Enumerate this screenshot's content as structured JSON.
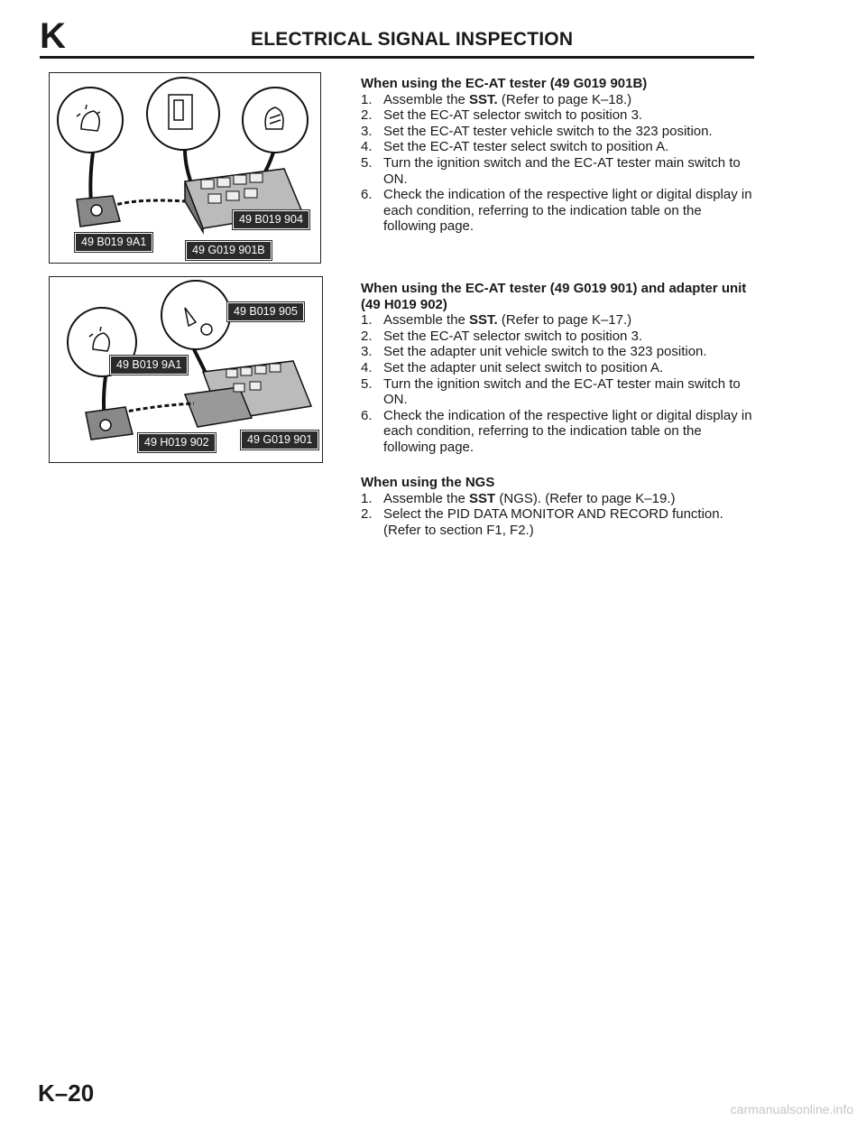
{
  "header": {
    "section_letter": "K",
    "title": "ELECTRICAL SIGNAL INSPECTION"
  },
  "figures": [
    {
      "tags": [
        "49 B019 904",
        "49 B019 9A1",
        "49 G019 901B"
      ]
    },
    {
      "tags": [
        "49 B019 905",
        "49 B019 9A1",
        "49 H019 902",
        "49 G019 901"
      ]
    }
  ],
  "sections": [
    {
      "heading": "When using the EC-AT tester (49 G019 901B)",
      "steps": [
        {
          "num": "1.",
          "pre": "Assemble the ",
          "bold": "SST.",
          "post": " (Refer to page K–18.)"
        },
        {
          "num": "2.",
          "pre": "Set the EC-AT selector switch to position 3.",
          "bold": "",
          "post": ""
        },
        {
          "num": "3.",
          "pre": "Set the EC-AT tester vehicle switch to the 323 position.",
          "bold": "",
          "post": ""
        },
        {
          "num": "4.",
          "pre": "Set the EC-AT tester select switch to position A.",
          "bold": "",
          "post": ""
        },
        {
          "num": "5.",
          "pre": "Turn the ignition switch and the EC-AT tester main switch to ON.",
          "bold": "",
          "post": ""
        },
        {
          "num": "6.",
          "pre": "Check the indication of the respective light or digital display in each condition, referring to the indication table on the following page.",
          "bold": "",
          "post": ""
        }
      ]
    },
    {
      "heading": "When using the EC-AT tester (49 G019 901) and adapter unit (49 H019 902)",
      "steps": [
        {
          "num": "1.",
          "pre": "Assemble the ",
          "bold": "SST.",
          "post": " (Refer to page K–17.)"
        },
        {
          "num": "2.",
          "pre": "Set the EC-AT selector switch to position 3.",
          "bold": "",
          "post": ""
        },
        {
          "num": "3.",
          "pre": "Set the adapter unit vehicle switch to the 323 position.",
          "bold": "",
          "post": ""
        },
        {
          "num": "4.",
          "pre": "Set the adapter unit select switch to position A.",
          "bold": "",
          "post": ""
        },
        {
          "num": "5.",
          "pre": "Turn the ignition switch and the EC-AT tester main switch to ON.",
          "bold": "",
          "post": ""
        },
        {
          "num": "6.",
          "pre": "Check the indication of the respective light or digital display in each condition, referring to the indication table on the following page.",
          "bold": "",
          "post": ""
        }
      ]
    },
    {
      "heading": "When using the NGS",
      "steps": [
        {
          "num": "1.",
          "pre": "Assemble the ",
          "bold": "SST",
          "post": " (NGS). (Refer to page K–19.)"
        },
        {
          "num": "2.",
          "pre": "Select the PID DATA MONITOR AND RECORD function. (Refer to section F1, F2.)",
          "bold": "",
          "post": ""
        }
      ]
    }
  ],
  "footer": {
    "page_number": "K–20",
    "watermark": "carmanualsonline.info"
  }
}
